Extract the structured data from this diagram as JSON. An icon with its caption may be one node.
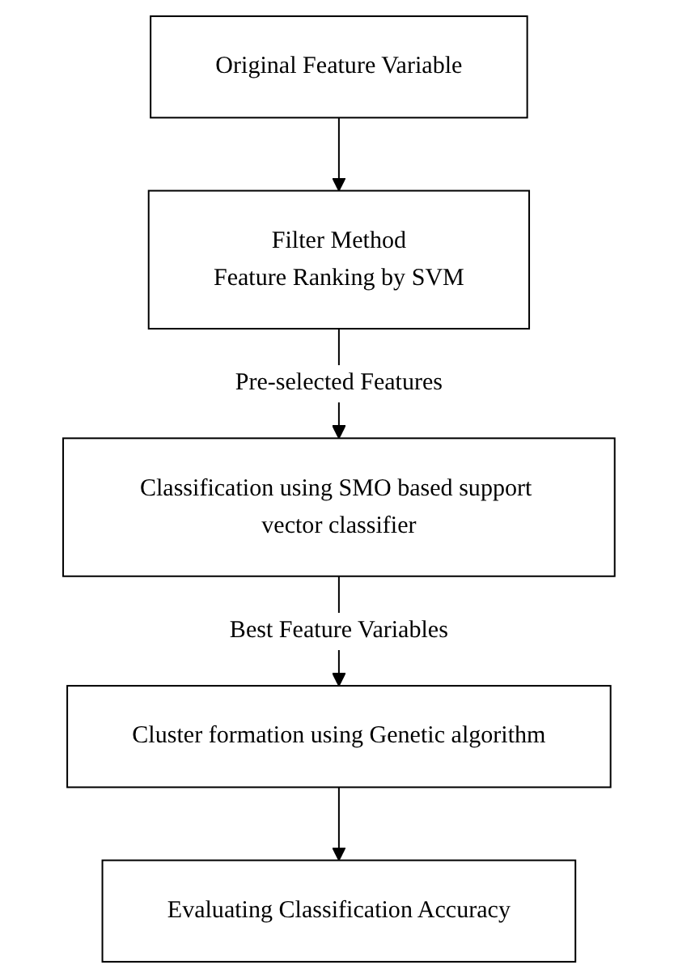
{
  "diagram": {
    "nodes": [
      {
        "text": [
          "Original Feature Variable"
        ]
      },
      {
        "text": [
          "Filter Method",
          "Feature Ranking by SVM"
        ]
      },
      {
        "text": [
          "Classification using SMO based support vector classifier"
        ]
      },
      {
        "text": [
          "Cluster formation using Genetic algorithm"
        ]
      },
      {
        "text": [
          "Evaluating Classification Accuracy"
        ]
      }
    ],
    "edges": [
      {
        "from": 0,
        "to": 1,
        "arrow": "to"
      },
      {
        "from": 1,
        "to": 2,
        "arrow": "to",
        "label": "Pre-selected Features"
      },
      {
        "from": 2,
        "to": 3,
        "arrow": "to",
        "label": "Best Feature Variables"
      },
      {
        "from": 3,
        "to": 4,
        "arrow": "to"
      }
    ]
  }
}
